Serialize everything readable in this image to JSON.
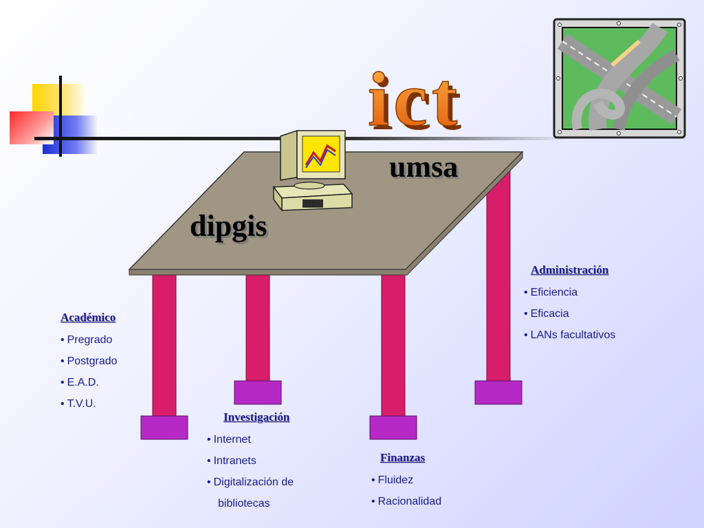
{
  "logo_text": "ict",
  "table_labels": {
    "top": "umsa",
    "left": "dipgis"
  },
  "sections": {
    "academico": {
      "title": "Académico",
      "items": [
        "Pregrado",
        "Postgrado",
        "E.A.D.",
        "T.V.U."
      ]
    },
    "investigacion": {
      "title": "Investigación",
      "items": [
        "Internet",
        "Intranets",
        "Digitalización de"
      ],
      "continuation": "bibliotecas"
    },
    "finanzas": {
      "title": "Finanzas",
      "items": [
        "Fluidez",
        "Racionalidad"
      ]
    },
    "administracion": {
      "title": "Administración",
      "items": [
        "Eficiencia",
        "Eficacia",
        "LANs facultativos"
      ]
    }
  },
  "colors": {
    "table_top": "#a09683",
    "leg": "#d81d6a",
    "foot": "#b629c6",
    "label_blue": "#1a1a8c",
    "logo_orange": "#f08a1e"
  },
  "bullet": "•"
}
